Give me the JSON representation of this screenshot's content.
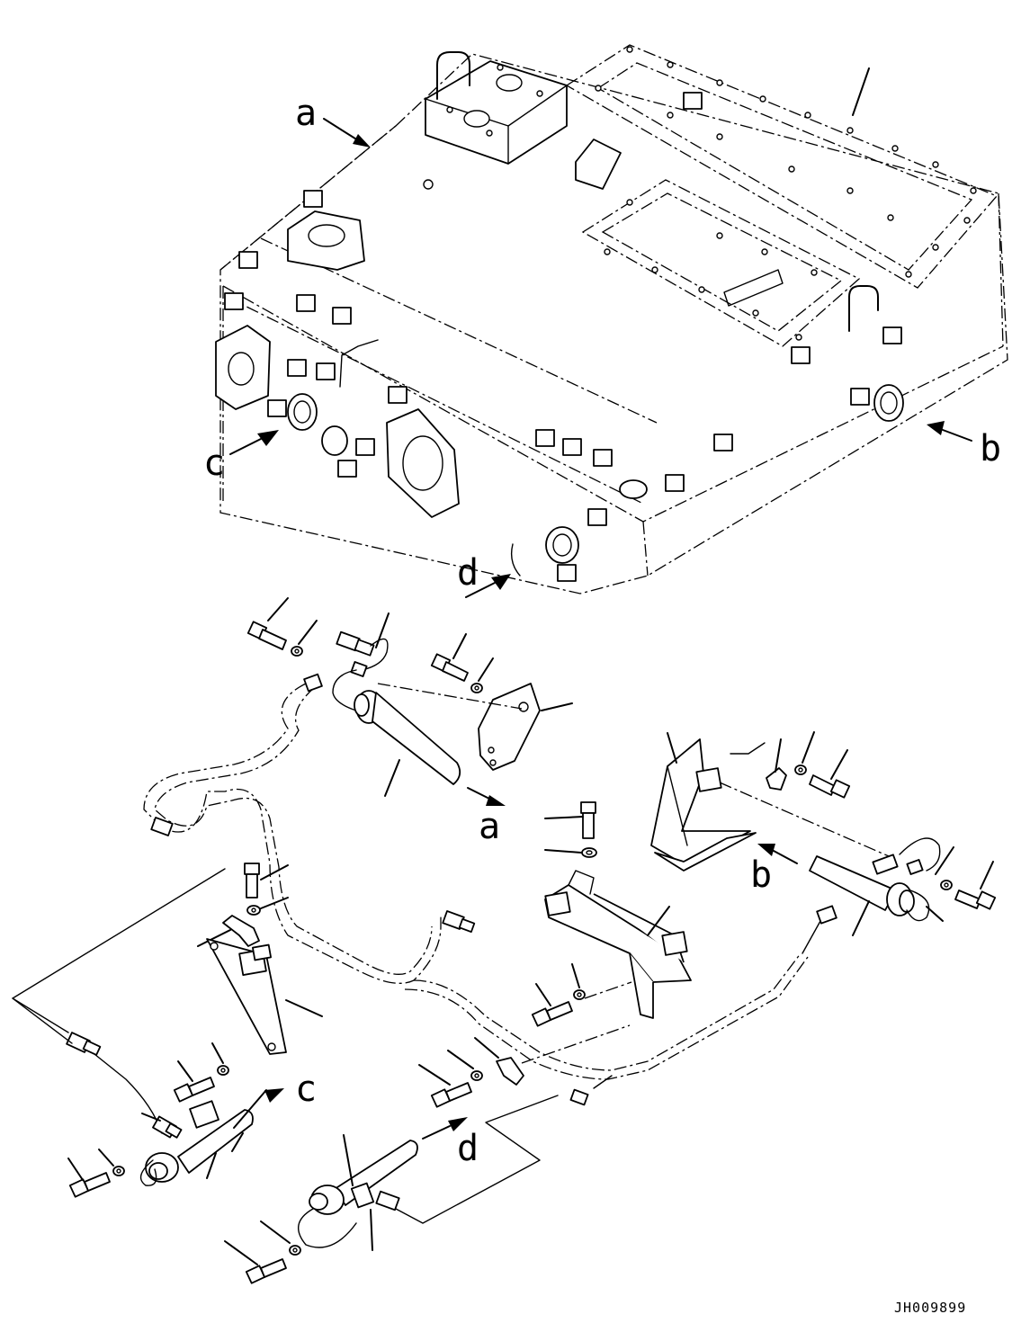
{
  "callouts": {
    "a_top": "a",
    "b_top": "b",
    "c_top": "c",
    "d_top": "d",
    "a_bottom": "a",
    "b_bottom": "b",
    "c_bottom": "c",
    "d_bottom": "d"
  },
  "drawing_id": "JH009899"
}
